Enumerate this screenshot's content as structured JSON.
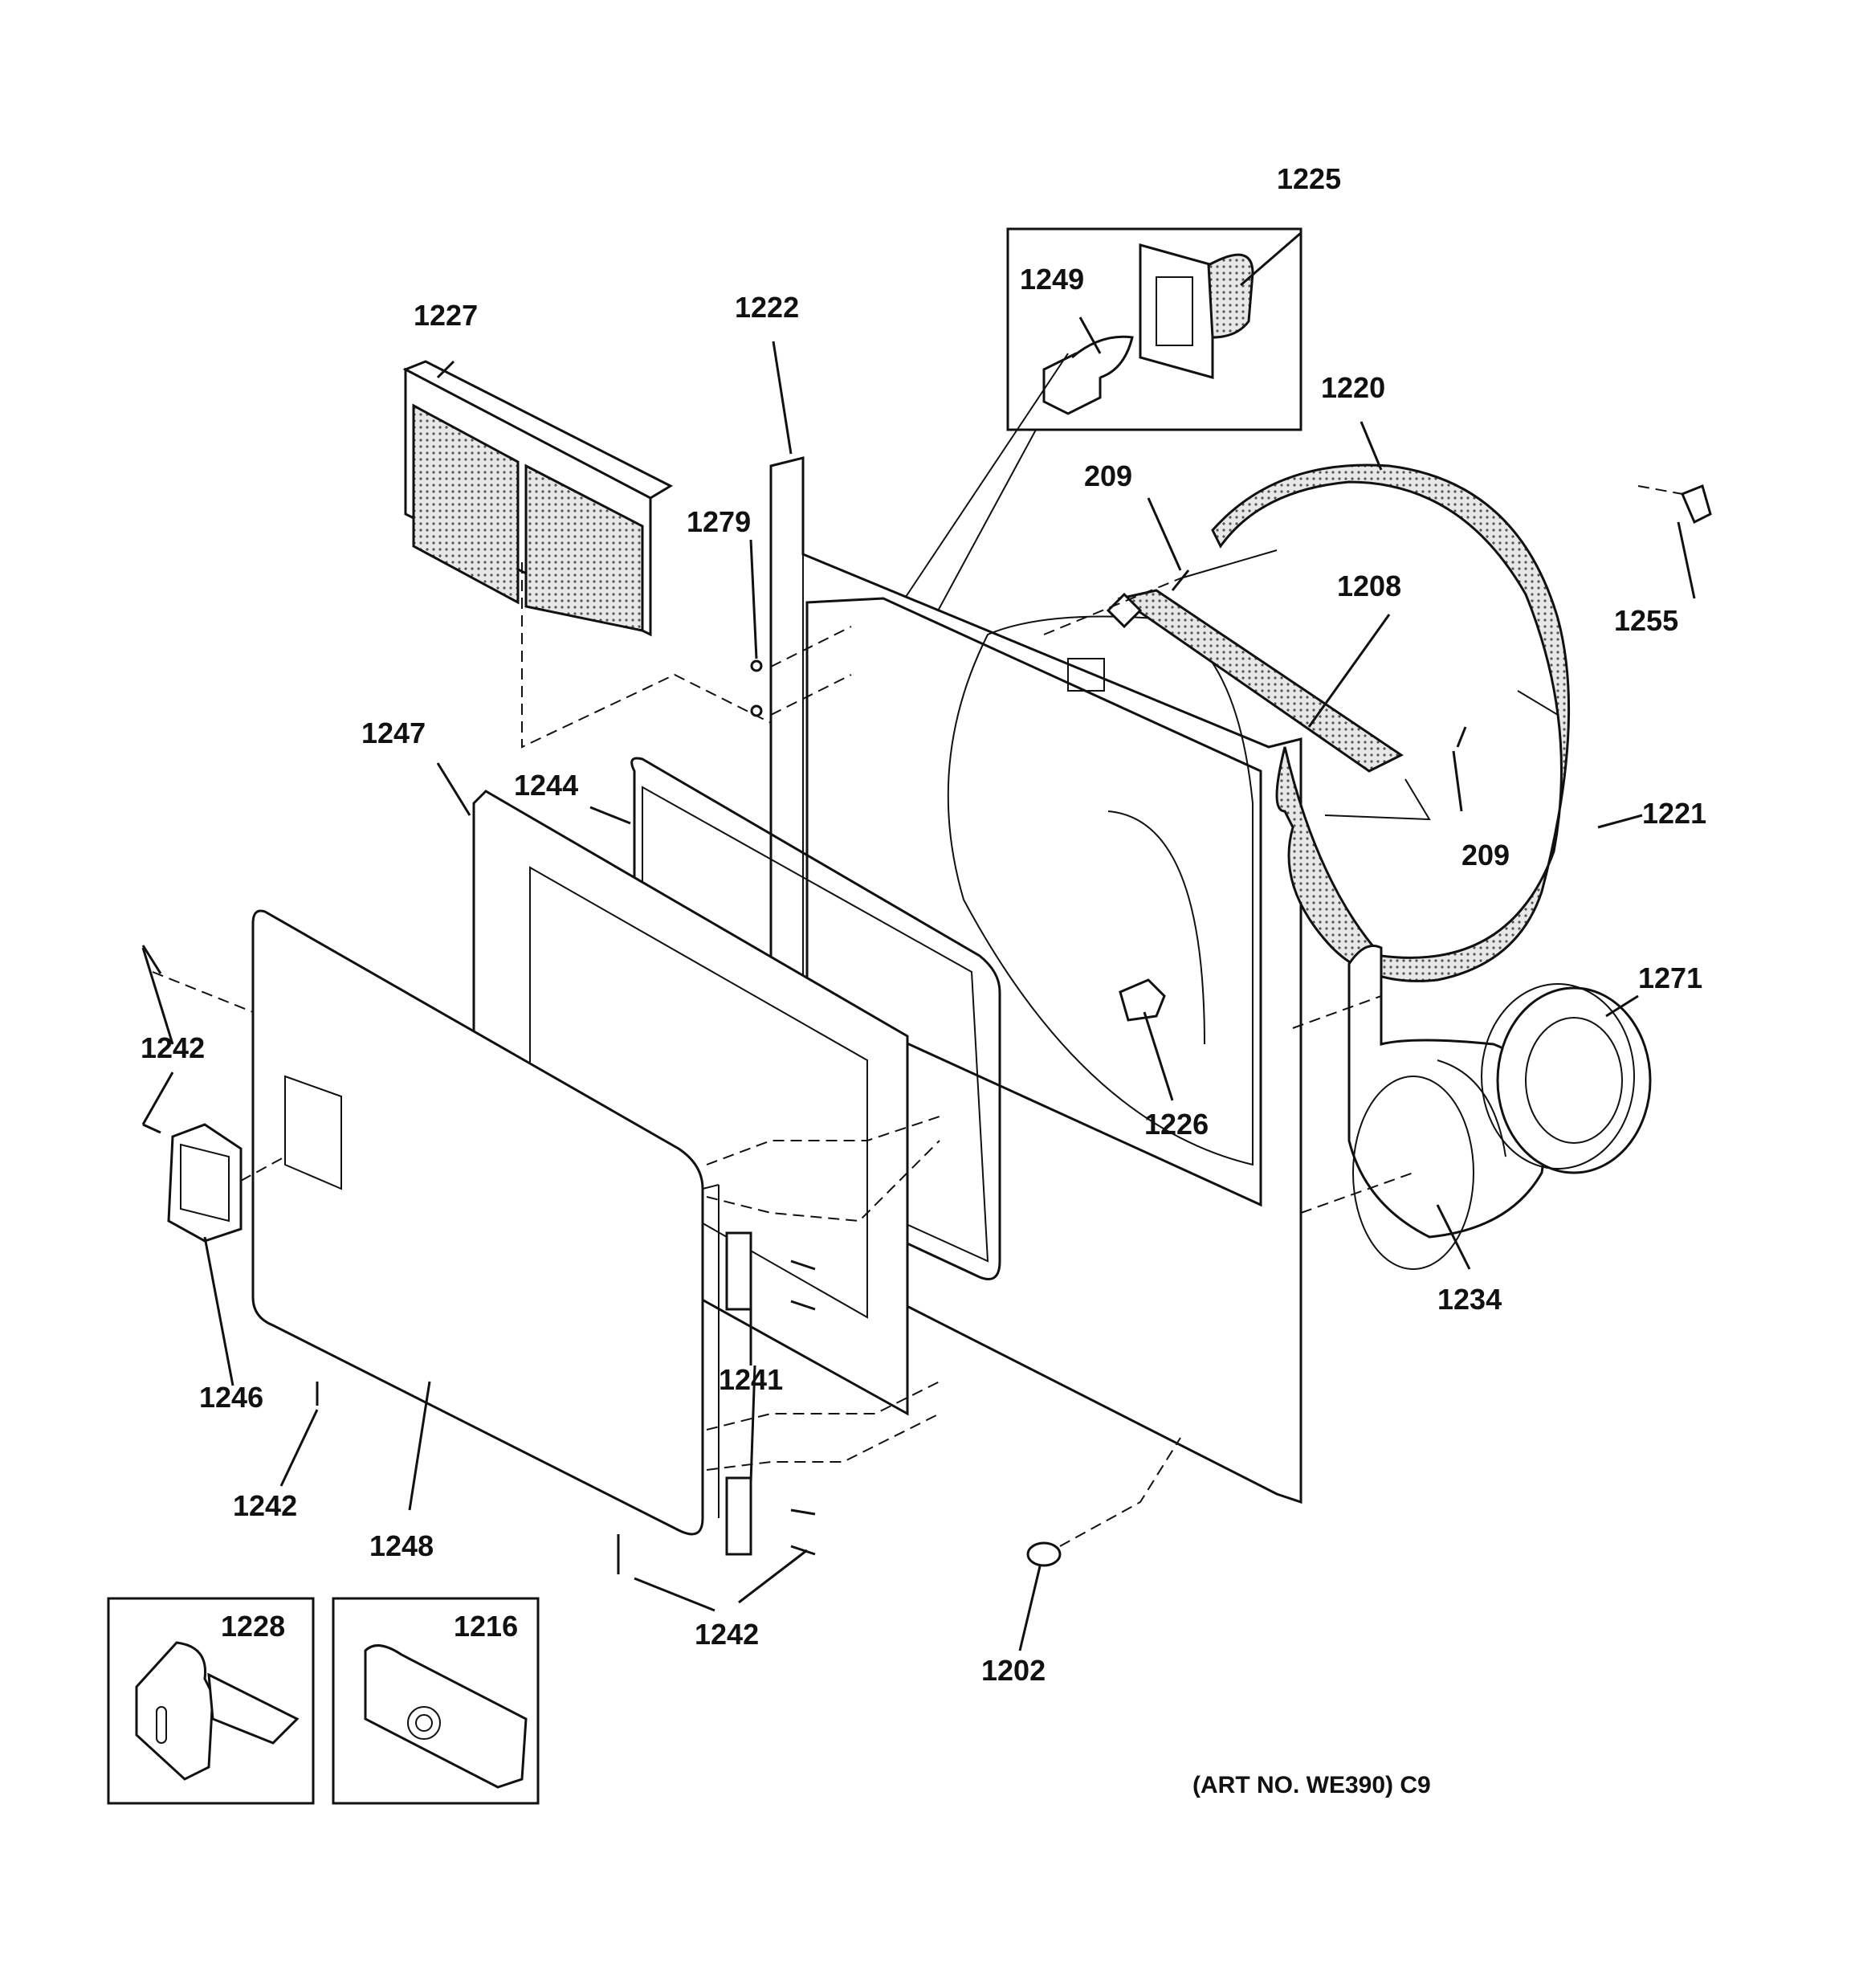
{
  "labels": {
    "p1225": "1225",
    "p1249": "1249",
    "p1227": "1227",
    "p1222": "1222",
    "p1220": "1220",
    "p209a": "209",
    "p1279": "1279",
    "p1208": "1208",
    "p1255": "1255",
    "p1247": "1247",
    "p1244": "1244",
    "p1221": "1221",
    "p209b": "209",
    "p1271": "1271",
    "p1242a": "1242",
    "p1226": "1226",
    "p1234": "1234",
    "p1241": "1241",
    "p1246": "1246",
    "p1242b": "1242",
    "p1248": "1248",
    "p1242c": "1242",
    "p1228": "1228",
    "p1216": "1216",
    "p1202": "1202"
  },
  "art_number": "(ART NO. WE390) C9"
}
